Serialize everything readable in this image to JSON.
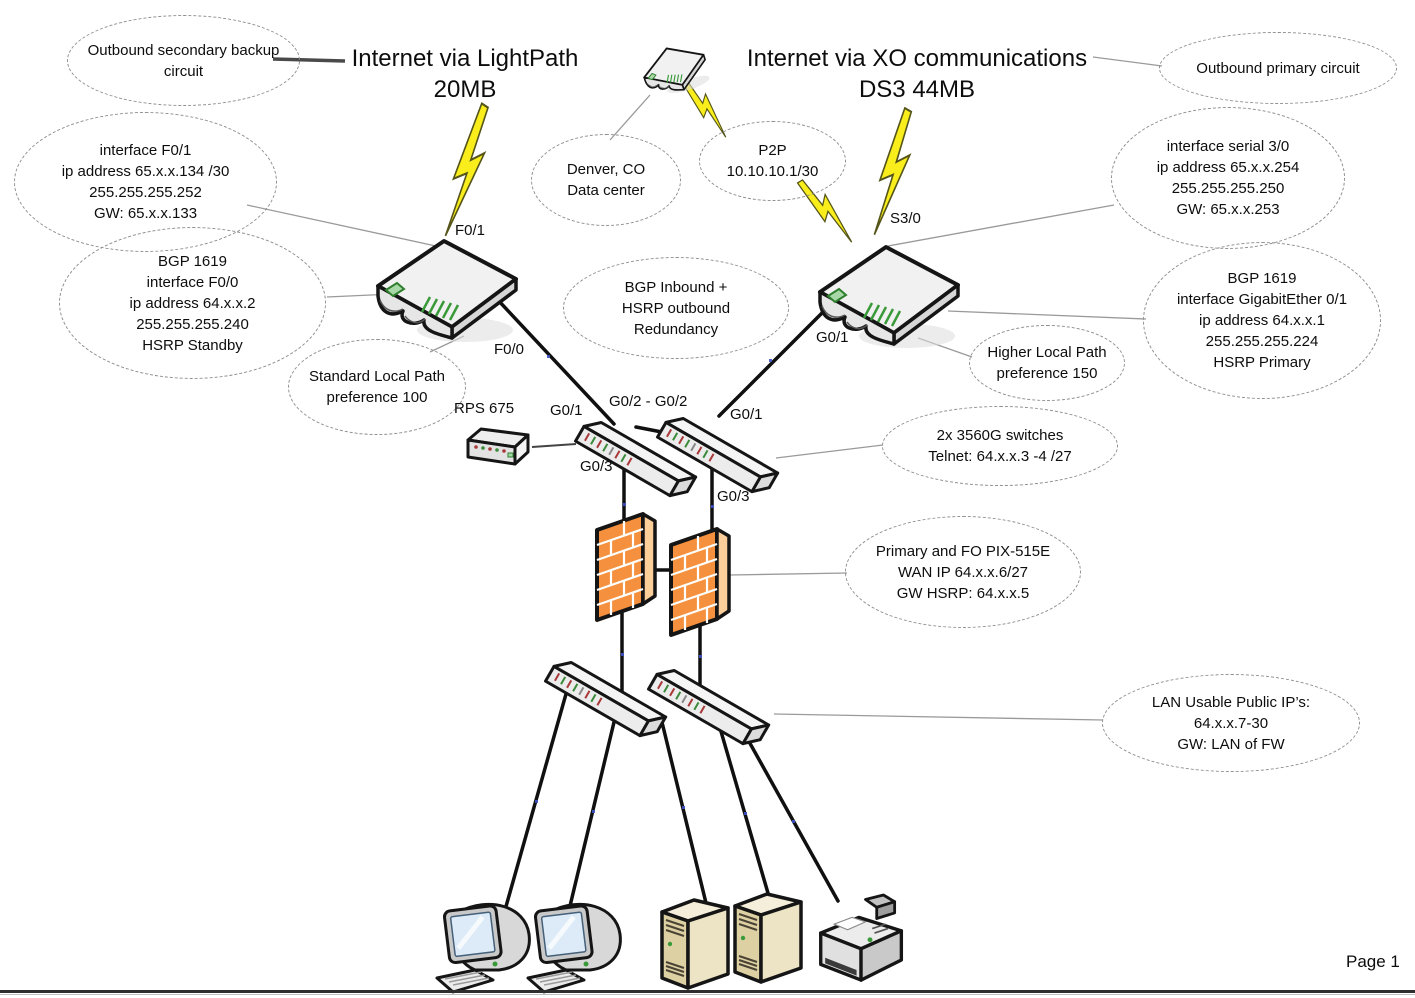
{
  "titles": {
    "lightpath": "Internet via LightPath\n20MB",
    "xo": "Internet via XO communications\nDS3 44MB"
  },
  "callouts": {
    "outbound_secondary": "Outbound secondary backup\ncircuit",
    "interface_f01": "interface F0/1\nip address 65.x.x.134 /30\n255.255.255.252\nGW: 65.x.x.133",
    "denver": "Denver, CO\nData center",
    "p2p": "P2P\n10.10.10.1/30",
    "outbound_primary": "Outbound primary circuit",
    "interface_serial": "interface serial 3/0\nip address 65.x.x.254\n255.255.255.250\nGW: 65.x.x.253",
    "bgp_left": "BGP 1619\ninterface F0/0\nip address 64.x.x.2\n255.255.255.240\nHSRP Standby",
    "bgp_center": "BGP Inbound +\nHSRP outbound\nRedundancy",
    "bgp_right": "BGP 1619\ninterface GigabitEther 0/1\nip address 64.x.x.1\n255.255.255.224\nHSRP Primary",
    "standard_local": "Standard Local Path\npreference 100",
    "higher_local": "Higher Local Path\npreference 150",
    "switches": "2x 3560G switches\nTelnet: 64.x.x.3 -4 /27",
    "pix": "Primary and FO PIX-515E\nWAN IP 64.x.x.6/27\nGW HSRP: 64.x.x.5",
    "lan": "LAN Usable Public IP’s:\n64.x.x.7-30\nGW: LAN of FW"
  },
  "labels": {
    "f0_1": "F0/1",
    "f0_0": "F0/0",
    "s3_0": "S3/0",
    "g0_1_router": "G0/1",
    "rps": "RPS 675",
    "g0_1_left": "G0/1",
    "g0_2": "G0/2 - G0/2",
    "g0_1_right": "G0/1",
    "g0_3_left": "G0/3",
    "g0_3_right": "G0/3"
  },
  "page": {
    "label": "Page 1"
  },
  "icons": [
    "router-3d-icon",
    "internet-router-icon",
    "switch-3560g-icon",
    "rps-675-icon",
    "firewall-pix-icon",
    "lightning-bolt-icon",
    "workstation-icon",
    "server-tower-icon",
    "printer-icon"
  ],
  "colors": {
    "lightning": "#F9EE1B",
    "firewall_front": "#F5913E",
    "firewall_side": "#FBCE9A",
    "led_green": "#3A9A3A",
    "led_red": "#A83838",
    "line_black": "#101010",
    "connector_gray": "#9A9A9A",
    "callout_border": "#8F8F8F"
  }
}
